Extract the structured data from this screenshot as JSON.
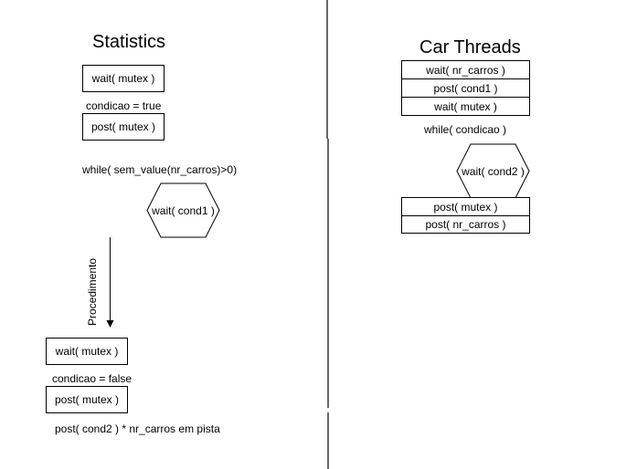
{
  "statistics": {
    "title": "Statistics",
    "wait_mutex_1": "wait( mutex )",
    "condicao_true": "condicao = true",
    "post_mutex_1": "post( mutex )",
    "while_label": "while( sem_value(nr_carros)>0)",
    "wait_cond1": "wait( cond1 )",
    "procedimento": "Procedimento",
    "wait_mutex_2": "wait( mutex )",
    "condicao_false": "condicao = false",
    "post_mutex_2": "post( mutex )",
    "post_cond2": "post( cond2 ) * nr_carros em pista"
  },
  "car_threads": {
    "title": "Car Threads",
    "wait_nr_carros": "wait( nr_carros )",
    "post_cond1": "post( cond1 )",
    "wait_mutex": "wait( mutex )",
    "while_label": "while( condicao )",
    "wait_cond2": "wait( cond2 )",
    "post_mutex": "post( mutex )",
    "post_nr_carros": "post( nr_carros )"
  }
}
